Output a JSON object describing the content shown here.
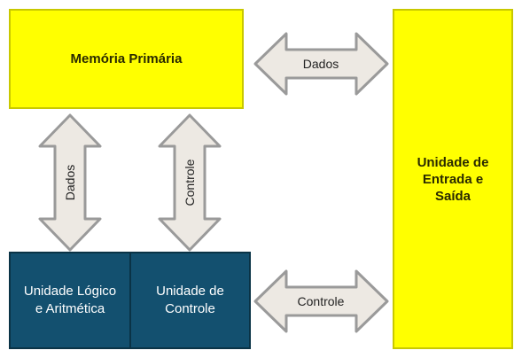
{
  "blocks": {
    "memory": "Memória Primária",
    "io": "Unidade de\nEntrada e\nSaída",
    "alu": "Unidade Lógico\ne Aritmética",
    "control_unit": "Unidade de\nControle"
  },
  "arrows": {
    "memory_io": "Dados",
    "memory_alu": "Dados",
    "memory_control": "Controle",
    "control_io": "Controle"
  },
  "colors": {
    "yellow_block": "#ffff00",
    "blue_block": "#13506f",
    "arrow_fill": "#ede9e3",
    "arrow_stroke": "#9a9a9a"
  }
}
